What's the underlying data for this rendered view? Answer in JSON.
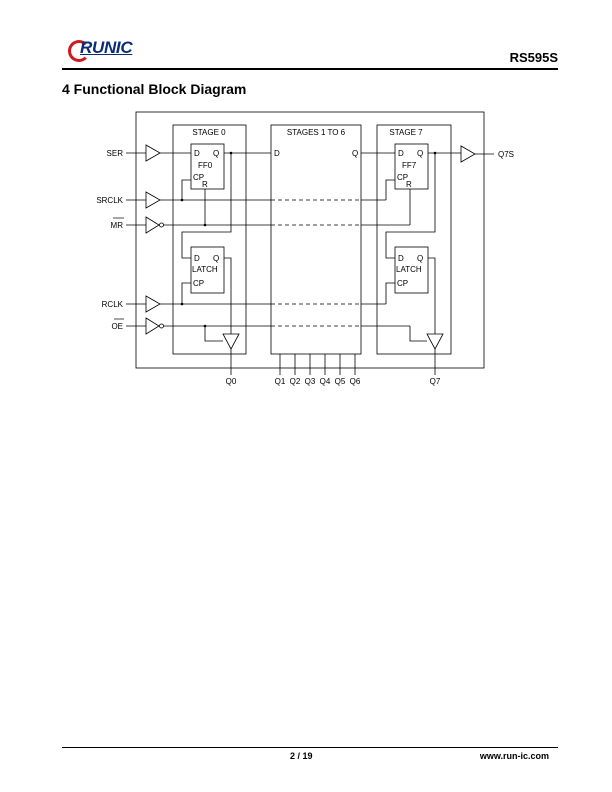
{
  "header": {
    "logo_text": "RUNIC",
    "part_number": "RS595S"
  },
  "section_title": "4 Functional Block Diagram",
  "diagram": {
    "inputs": {
      "ser": "SER",
      "srclk": "SRCLK",
      "mr": "MR",
      "rclk": "RCLK",
      "oe": "OE"
    },
    "blocks": {
      "stage0": "STAGE 0",
      "stages16": "STAGES 1 TO 6",
      "stage7": "STAGE 7"
    },
    "ff": {
      "d": "D",
      "q": "Q",
      "ff0": "FF0",
      "ff7": "FF7",
      "cp": "CP",
      "r": "R"
    },
    "latch": {
      "d": "D",
      "q": "Q",
      "name": "LATCH",
      "cp": "CP"
    },
    "mid": {
      "d": "D",
      "q": "Q"
    },
    "outputs": {
      "q7s": "Q7S",
      "q0": "Q0",
      "q1": "Q1",
      "q2": "Q2",
      "q3": "Q3",
      "q4": "Q4",
      "q5": "Q5",
      "q6": "Q6",
      "q7": "Q7"
    }
  },
  "footer": {
    "page": "2 / 19",
    "url": "www.run-ic.com"
  }
}
